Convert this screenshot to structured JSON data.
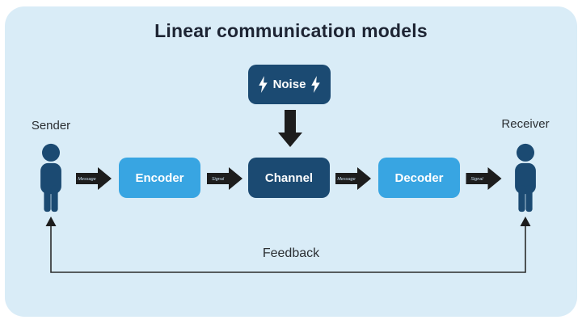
{
  "title": "Linear communication models",
  "colors": {
    "card_background": "#d9ecf7",
    "dark_blue": "#1b4a72",
    "light_blue": "#38a5e2",
    "arrow_black": "#1d1d1d",
    "title_text": "#1d2433",
    "label_text": "#2b2f33",
    "arrow_label_text": "#c9dff0"
  },
  "icons": {
    "noise_left": "lightning-bolt-icon",
    "noise_right": "lightning-bolt-icon",
    "sender": "person-icon",
    "receiver": "person-icon"
  },
  "diagram": {
    "noise": {
      "label": "Noise"
    },
    "sender": {
      "label": "Sender"
    },
    "receiver": {
      "label": "Receiver"
    },
    "boxes": [
      {
        "label": "Encoder",
        "style": "light"
      },
      {
        "label": "Channel",
        "style": "dark"
      },
      {
        "label": "Decoder",
        "style": "light"
      }
    ],
    "arrows": [
      {
        "label": "Message"
      },
      {
        "label": "Signal"
      },
      {
        "label": "Message"
      },
      {
        "label": "Signal"
      }
    ],
    "feedback": {
      "label": "Feedback"
    }
  }
}
